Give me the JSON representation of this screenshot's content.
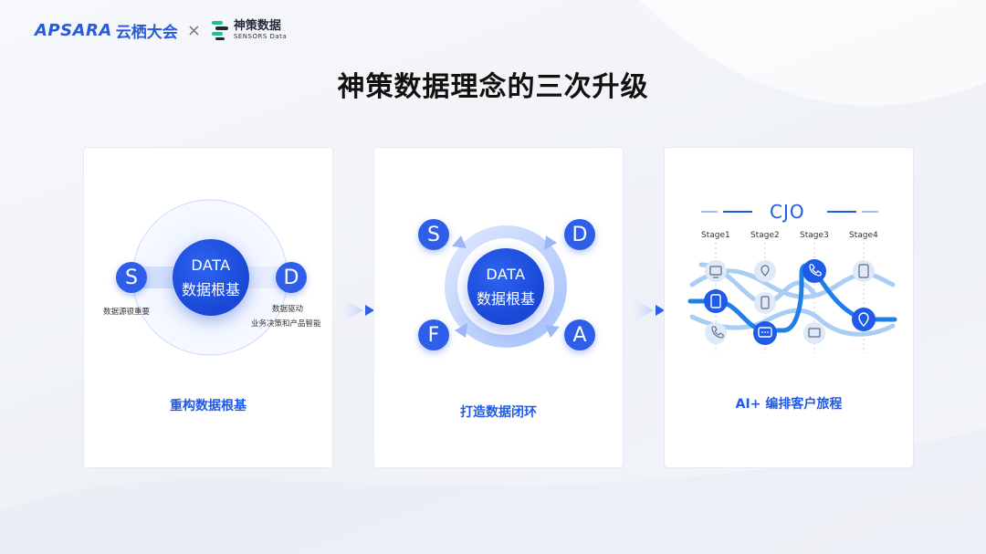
{
  "header": {
    "apsara": "APSARA",
    "yunqi": "云栖大会",
    "times": "×",
    "sensors_cn": "神策数据",
    "sensors_en": "SENSORS Data"
  },
  "title": "神策数据理念的三次升级",
  "cards": [
    {
      "label": "重构数据根基",
      "core_line1": "DATA",
      "core_line2": "数据根基",
      "s": "S",
      "d": "D",
      "s_caption": "数据源很重要",
      "d_caption1": "数据驱动",
      "d_caption2": "业务决策和产品智能"
    },
    {
      "label": "打造数据闭环",
      "core_line1": "DATA",
      "core_line2": "数据根基",
      "s": "S",
      "d": "D",
      "f": "F",
      "a": "A"
    },
    {
      "label": "AI+ 编排客户旅程",
      "cjo": "CJO",
      "stages": [
        "Stage1",
        "Stage2",
        "Stage3",
        "Stage4"
      ]
    }
  ],
  "colors": {
    "accent": "#1f5ae8",
    "core": "#1947d6",
    "light_blue": "#a9cdf3"
  }
}
